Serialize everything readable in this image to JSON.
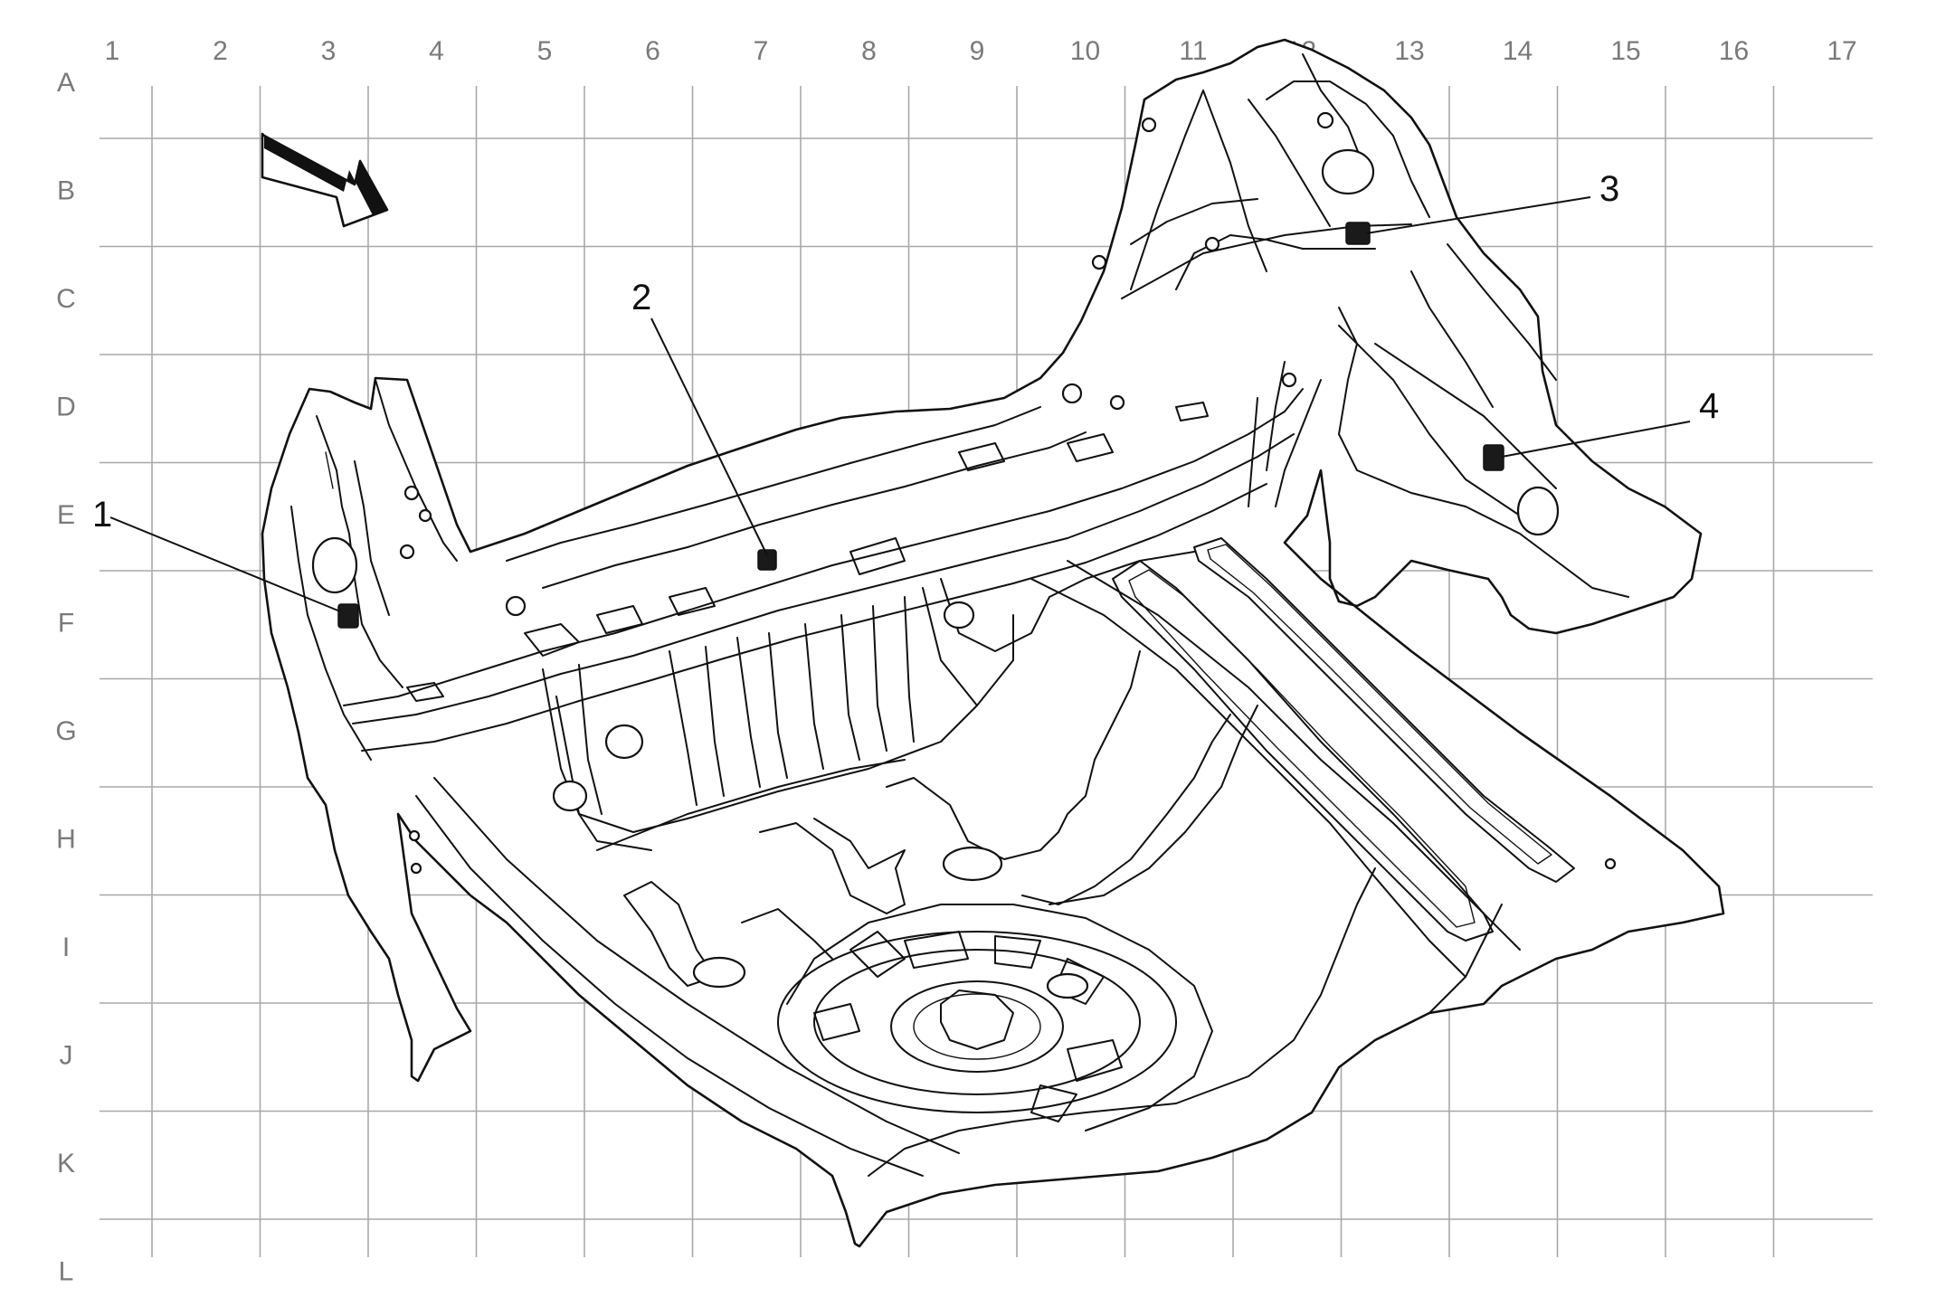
{
  "grid": {
    "columns": [
      "1",
      "2",
      "3",
      "4",
      "5",
      "6",
      "7",
      "8",
      "9",
      "10",
      "11",
      "12",
      "13",
      "14",
      "15",
      "16",
      "17"
    ],
    "rows": [
      "A",
      "B",
      "C",
      "D",
      "E",
      "F",
      "G",
      "H",
      "I",
      "J",
      "K",
      "L"
    ]
  },
  "callouts": [
    {
      "label": "1"
    },
    {
      "label": "2"
    },
    {
      "label": "3"
    },
    {
      "label": "4"
    }
  ],
  "colors": {
    "gridline": "#a8a8a8",
    "grid_label": "#7a7a7a",
    "line": "#111111",
    "background": "#ffffff"
  },
  "icons": {
    "direction_arrow": "forward-direction-arrow-icon"
  }
}
